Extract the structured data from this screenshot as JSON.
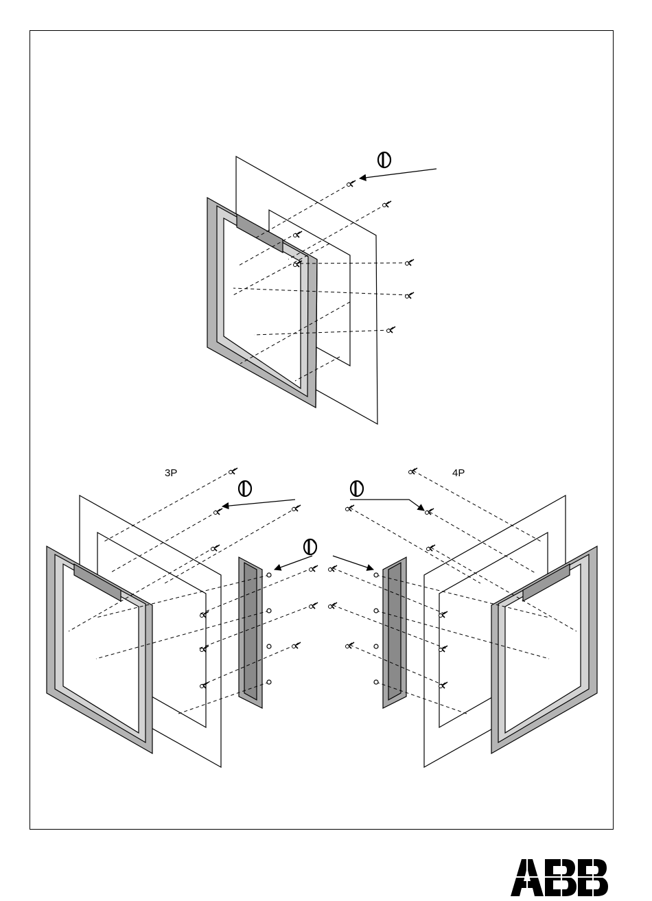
{
  "labels": {
    "three_pole": "3P",
    "four_pole": "4P"
  },
  "logo": {
    "text": "ABB"
  },
  "colors": {
    "line": "#000000",
    "frame_fill": "#b4b4b4",
    "frame_dark": "#8a8a8a",
    "paper": "#ffffff"
  },
  "icons": [
    "rotate-screwdriver-icon"
  ]
}
